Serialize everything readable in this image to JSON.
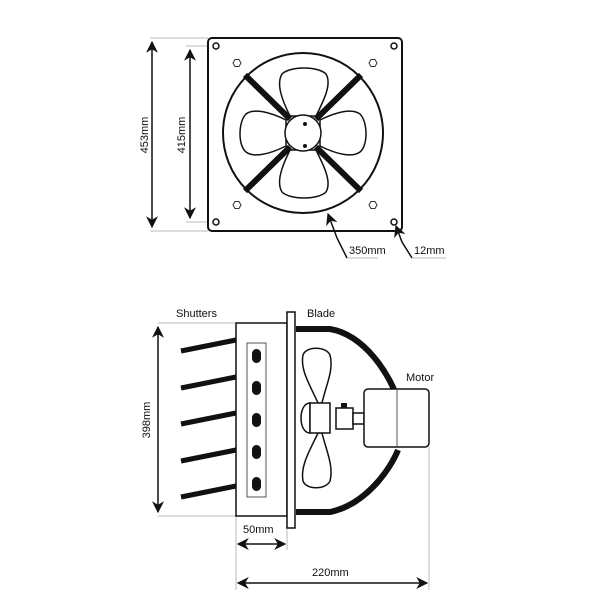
{
  "front_view": {
    "dimensions": {
      "overall_height": "453mm",
      "mounting_hole_spacing": "415mm",
      "fan_diameter": "350mm",
      "hole_diameter": "12mm"
    }
  },
  "side_view": {
    "labels": {
      "shutters": "Shutters",
      "blade": "Blade",
      "motor": "Motor"
    },
    "dimensions": {
      "height": "398mm",
      "shutter_depth": "50mm",
      "overall_depth": "220mm"
    }
  },
  "colors": {
    "line": "#111111",
    "guide": "#bbbbbb",
    "background": "#ffffff"
  }
}
